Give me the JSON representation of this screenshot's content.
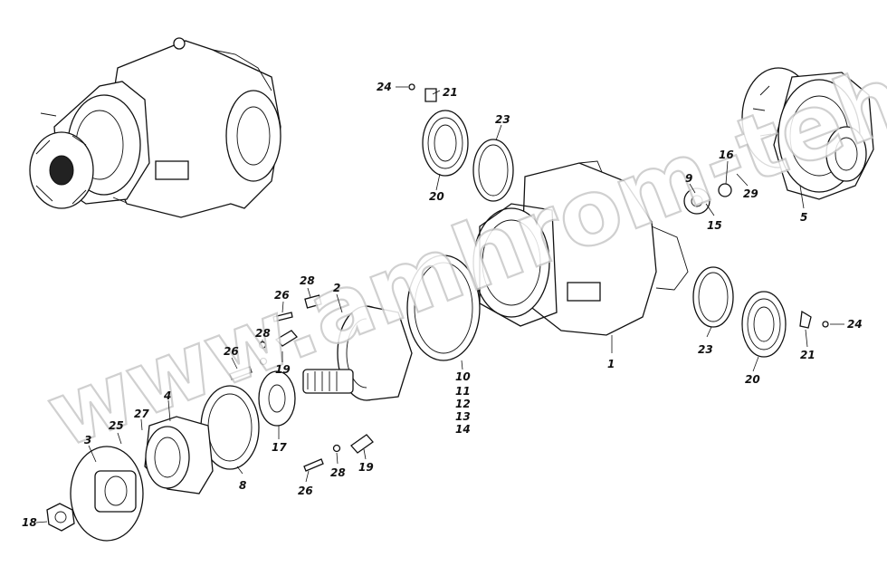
{
  "watermark": "www.amhrom-teh.ru",
  "callouts": [
    {
      "id": "c1",
      "label": "1"
    },
    {
      "id": "c2",
      "label": "2"
    },
    {
      "id": "c3",
      "label": "3"
    },
    {
      "id": "c4",
      "label": "4"
    },
    {
      "id": "c5",
      "label": "5"
    },
    {
      "id": "c8",
      "label": "8"
    },
    {
      "id": "c9",
      "label": "9"
    },
    {
      "id": "c10",
      "label": "10"
    },
    {
      "id": "c11",
      "label": "11"
    },
    {
      "id": "c12",
      "label": "12"
    },
    {
      "id": "c13",
      "label": "13"
    },
    {
      "id": "c14",
      "label": "14"
    },
    {
      "id": "c15",
      "label": "15"
    },
    {
      "id": "c16",
      "label": "16"
    },
    {
      "id": "c17",
      "label": "17"
    },
    {
      "id": "c18",
      "label": "18"
    },
    {
      "id": "c19a",
      "label": "19"
    },
    {
      "id": "c19b",
      "label": "19"
    },
    {
      "id": "c20a",
      "label": "20"
    },
    {
      "id": "c20b",
      "label": "20"
    },
    {
      "id": "c21a",
      "label": "21"
    },
    {
      "id": "c21b",
      "label": "21"
    },
    {
      "id": "c23a",
      "label": "23"
    },
    {
      "id": "c23b",
      "label": "23"
    },
    {
      "id": "c24a",
      "label": "24"
    },
    {
      "id": "c24b",
      "label": "24"
    },
    {
      "id": "c25",
      "label": "25"
    },
    {
      "id": "c26a",
      "label": "26"
    },
    {
      "id": "c26b",
      "label": "26"
    },
    {
      "id": "c26c",
      "label": "26"
    },
    {
      "id": "c27",
      "label": "27"
    },
    {
      "id": "c28a",
      "label": "28"
    },
    {
      "id": "c28b",
      "label": "28"
    },
    {
      "id": "c28c",
      "label": "28"
    },
    {
      "id": "c29",
      "label": "29"
    }
  ]
}
